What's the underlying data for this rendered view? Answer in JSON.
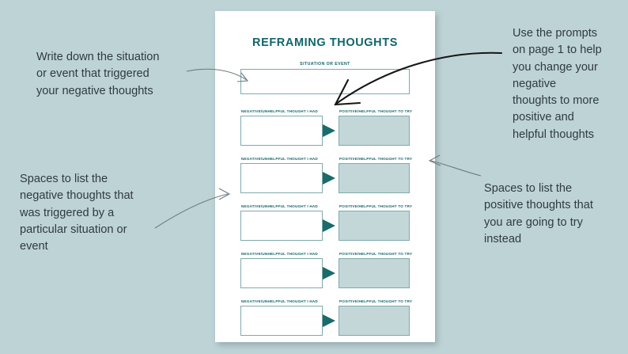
{
  "page": {
    "background_color": "#bed3d6",
    "accent_dark_teal": "#10656a",
    "accent_triangle": "#1a6b6b",
    "box_border_color": "#7fa9ae",
    "positive_box_fill": "#c3d7d9",
    "sheet_color": "#ffffff"
  },
  "worksheet": {
    "title": "REFRAMING THOUGHTS",
    "situation_label": "SITUATION OR EVENT",
    "situation_value": "",
    "rows": [
      {
        "negative_label": "NEGATIVE/UNHELPFUL THOUGHT I HAD",
        "negative_value": "",
        "positive_label": "POSITIVE/HELPFUL THOUGHT TO TRY",
        "positive_value": "",
        "connector": "arrow-right-triangle"
      },
      {
        "negative_label": "NEGATIVE/UNHELPFUL THOUGHT I HAD",
        "negative_value": "",
        "positive_label": "POSITIVE/HELPFUL THOUGHT TO TRY",
        "positive_value": "",
        "connector": "arrow-right-triangle"
      },
      {
        "negative_label": "NEGATIVE/UNHELPFUL THOUGHT I HAD",
        "negative_value": "",
        "positive_label": "POSITIVE/HELPFUL THOUGHT TO TRY",
        "positive_value": "",
        "connector": "arrow-right-triangle"
      },
      {
        "negative_label": "NEGATIVE/UNHELPFUL THOUGHT I HAD",
        "negative_value": "",
        "positive_label": "POSITIVE/HELPFUL THOUGHT TO TRY",
        "positive_value": "",
        "connector": "arrow-right-triangle"
      },
      {
        "negative_label": "NEGATIVE/UNHELPFUL THOUGHT I HAD",
        "negative_value": "",
        "positive_label": "POSITIVE/HELPFUL THOUGHT TO TRY",
        "positive_value": "",
        "connector": "arrow-right-triangle"
      }
    ]
  },
  "annotations": {
    "top_left": "Write down the situation\nor event that triggered\nyour negative thoughts",
    "bottom_left": "Spaces to list the\nnegative thoughts that\nwas triggered by a\nparticular situation or\nevent",
    "top_right": "Use the prompts\non page 1 to help\nyou change your\nnegative\nthoughts to more\npositive and\nhelpful thoughts",
    "bottom_right": "Spaces to list the\npositive thoughts that\nyou are going to try\ninstead"
  }
}
